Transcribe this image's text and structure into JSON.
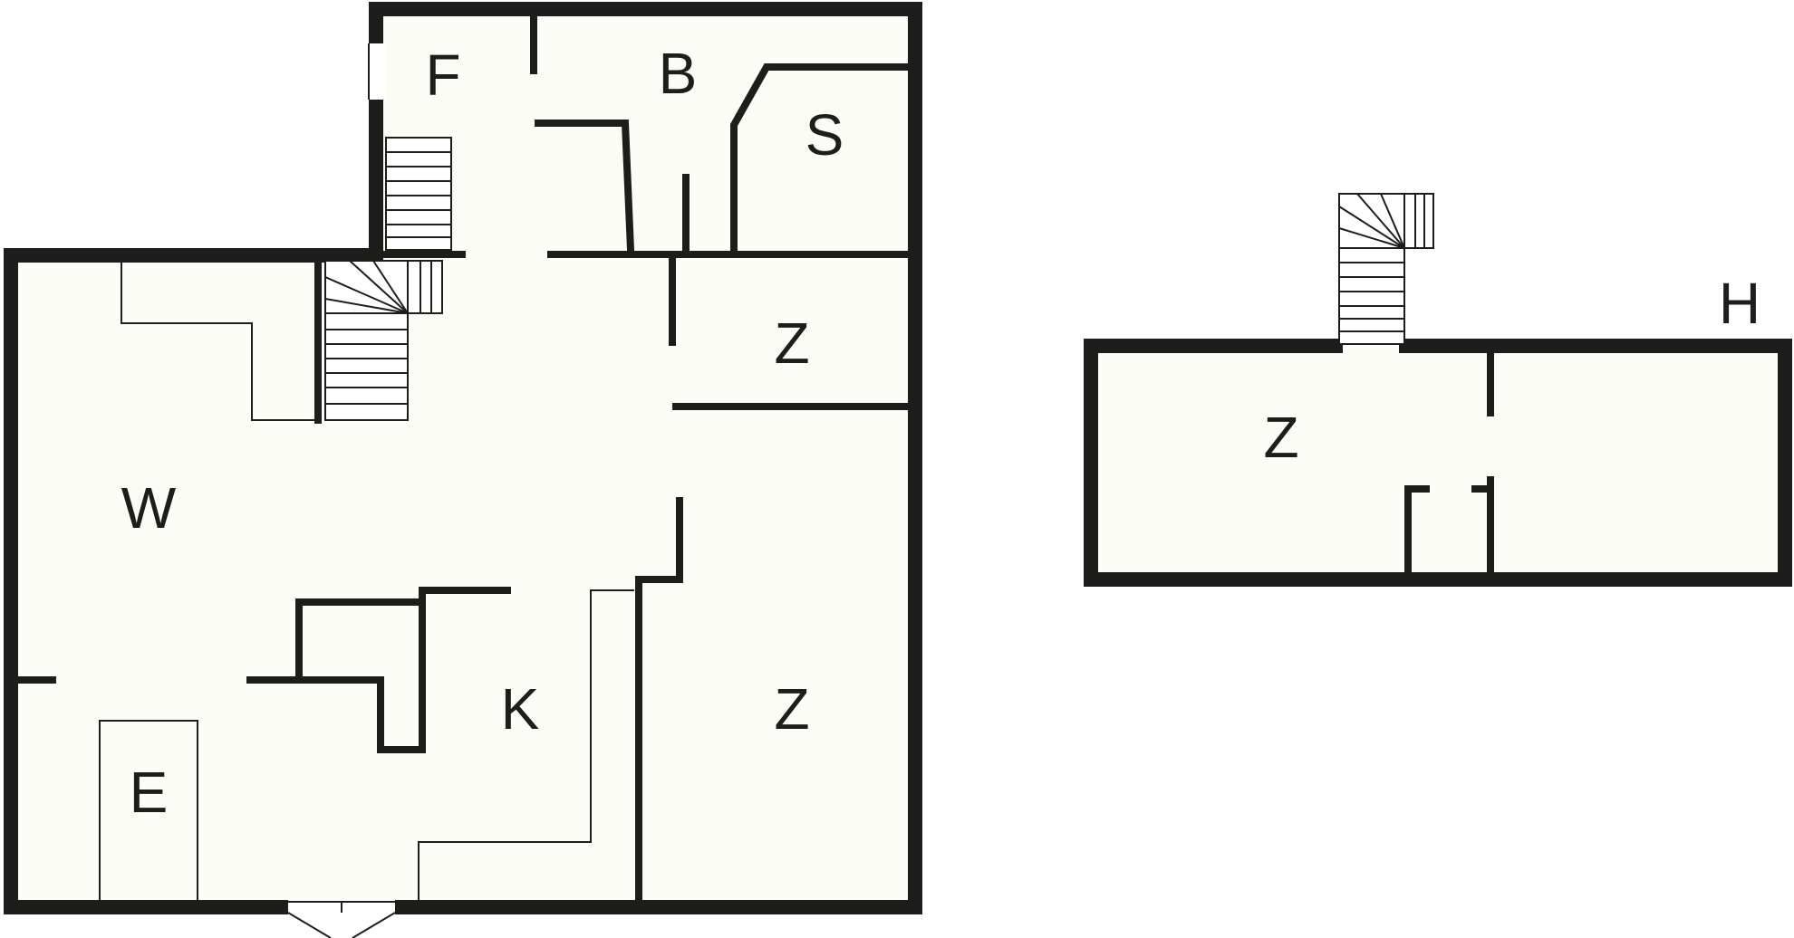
{
  "floor_plan": {
    "background": "#ffffff",
    "floor_color": "#fbfcf6",
    "wall_color": "#1d1d1b",
    "ground_floor": {
      "rooms": {
        "F": "F",
        "B": "B",
        "S": "S",
        "Z_small": "Z",
        "W": "W",
        "K": "K",
        "Z_large": "Z",
        "E": "E"
      }
    },
    "upper_floor": {
      "label": "H",
      "rooms": {
        "Z": "Z"
      }
    }
  }
}
